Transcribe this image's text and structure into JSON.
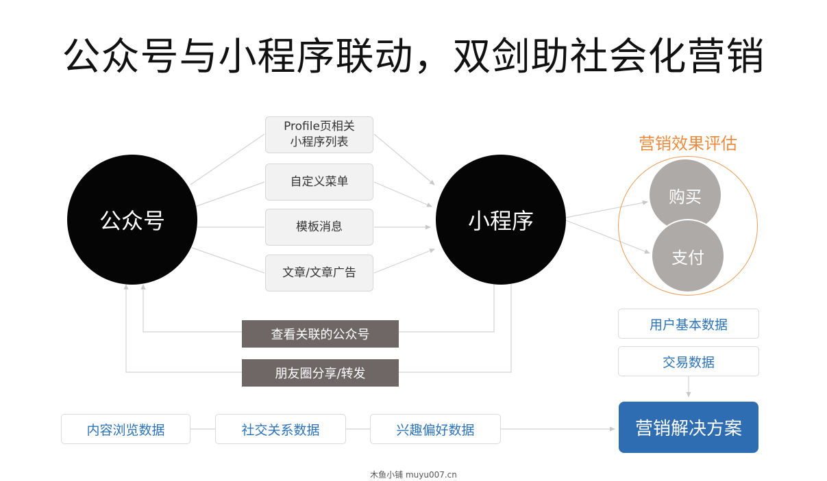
{
  "title": "公众号与小程序联动，双剑助社会化营销",
  "left_node": "公众号",
  "right_node": "小程序",
  "channels": [
    {
      "line1": "Profile页相关",
      "line2": "小程序列表"
    },
    {
      "line1": "自定义菜单",
      "line2": ""
    },
    {
      "line1": "模板消息",
      "line2": ""
    },
    {
      "line1": "文章/文章广告",
      "line2": ""
    }
  ],
  "return_paths": [
    "查看关联的公众号",
    "朋友圈分享/转发"
  ],
  "evaluation": {
    "title": "营销效果评估",
    "items": [
      "购买",
      "支付"
    ]
  },
  "user_data": [
    "用户基本数据",
    "交易数据"
  ],
  "data_flow": [
    "内容浏览数据",
    "社交关系数据",
    "兴趣偏好数据"
  ],
  "solution": "营销解决方案",
  "footer": "木鱼小铺  muyu007.cn",
  "colors": {
    "node": "#050505",
    "dark_bar": "#6e6766",
    "accent_orange": "#e98a3d",
    "accent_blue": "#2f6db3",
    "data_text": "#2b72b8"
  }
}
